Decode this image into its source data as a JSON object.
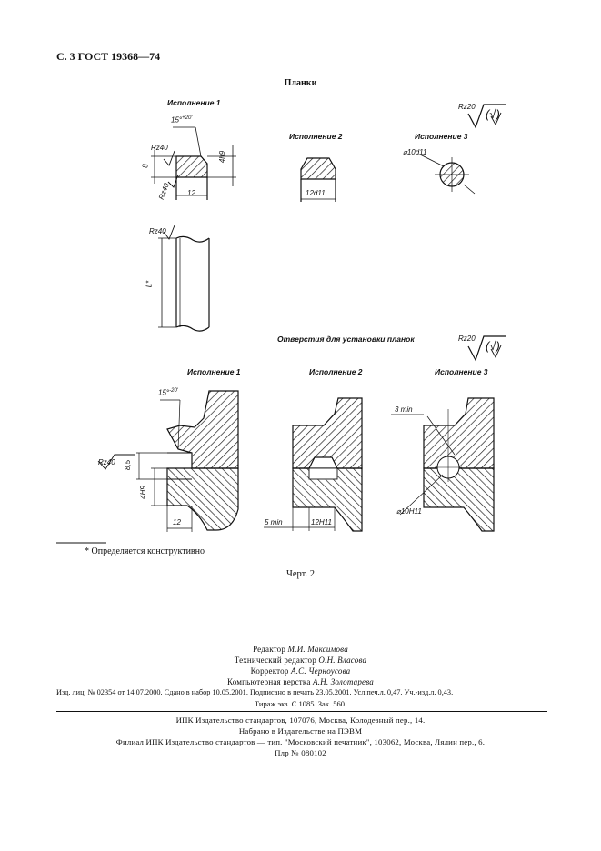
{
  "header": "С. 3 ГОСТ 19368—74",
  "title": "Планки",
  "top": {
    "variant1": "Исполнение 1",
    "variant2": "Исполнение 2",
    "variant3": "Исполнение 3",
    "angle": "15°",
    "angle_tol": "+20'",
    "rz_a": "Rz40",
    "rz_b": "Rz40",
    "rz_side": "Rz40",
    "dim_8": "8",
    "dim_4h9": "4h9",
    "dim_12": "12",
    "dim_12d11": "12d11",
    "dim_d10d11": "⌀10d11",
    "rz20": "Rz20",
    "check": "(√)",
    "l_star": "L*"
  },
  "holes": {
    "title": "Отверстия для установки планок",
    "rz20": "Rz20",
    "check": "(√)",
    "variant1": "Исполнение 1",
    "variant2": "Исполнение 2",
    "variant3": "Исполнение 3",
    "angle": "15°",
    "angle_tol": "-20'",
    "rz40": "Rz40",
    "dim_85": "8,5",
    "dim_4h9": "4H9",
    "dim_12": "12",
    "dim_5min": "5 min",
    "dim_12h11": "12H11",
    "dim_3min": "3 min",
    "dim_d10h11": "⌀10H11"
  },
  "footnote": "* Определяется конструктивно",
  "chert": "Черт. 2",
  "credits": {
    "editor_role": "Редактор",
    "editor_name": "М.И. Максимова",
    "tech_role": "Технический редактор",
    "tech_name": "О.Н. Власова",
    "corr_role": "Корректор",
    "corr_name": "А.С. Черноусова",
    "layout_role": "Компьютерная верстка",
    "layout_name": "А.Н. Золотарева"
  },
  "imprint": {
    "line1": "Изд. лиц. № 02354 от 14.07.2000. Сдано в набор 10.05.2001. Подписано в печать 23.05.2001. Усл.печ.л. 0,47. Уч.-изд.л. 0,43.",
    "line2": "Тираж экз. С 1085. Зак. 560.",
    "line3": "ИПК Издательство стандартов, 107076, Москва, Колодезный пер., 14.",
    "line4": "Набрано в Издательстве на ПЭВМ",
    "line5": "Филиал ИПК Издательство стандартов — тип. \"Московский печатник\", 103062, Москва, Лялин пер., 6.",
    "line6": "Плр № 080102"
  }
}
